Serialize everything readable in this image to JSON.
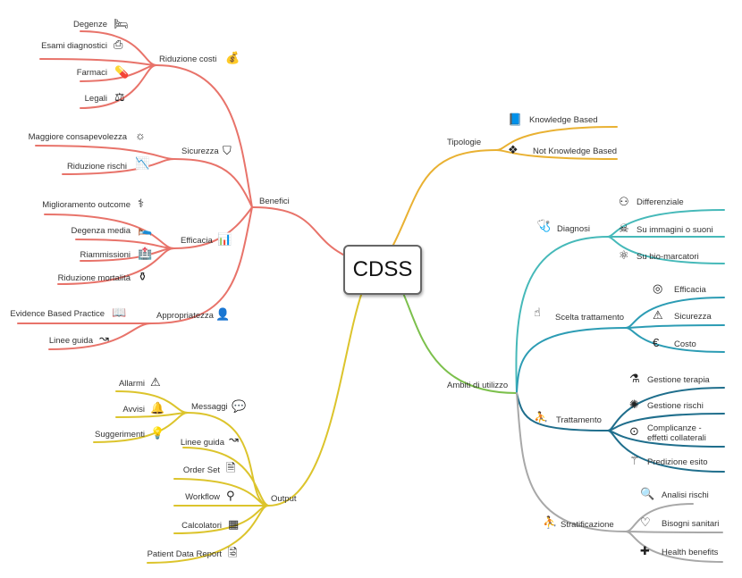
{
  "center": {
    "label": "CDSS"
  },
  "colors": {
    "benefici": "#e8736a",
    "tipologie": "#e9b132",
    "diagnosi": "#46b9b9",
    "scelta": "#2c9cb4",
    "trattamento": "#1f6e8c",
    "stratificazione": "#a8a8a8",
    "output": "#dcc42c",
    "ambiti": "#7cc04c"
  },
  "benefici": {
    "label": "Benefici",
    "riduzione_costi": {
      "label": "Riduzione costi",
      "icon": "money-bag-icon",
      "items": [
        {
          "label": "Degenze",
          "icon": "bed-icon"
        },
        {
          "label": "Esami diagnostici",
          "icon": "scanner-icon"
        },
        {
          "label": "Farmaci",
          "icon": "pills-icon"
        },
        {
          "label": "Legali",
          "icon": "scales-icon"
        }
      ]
    },
    "sicurezza": {
      "label": "Sicurezza",
      "icon": "shield-check-icon",
      "items": [
        {
          "label": "Maggiore consapevolezza",
          "icon": "idea-head-icon"
        },
        {
          "label": "Riduzione rischi",
          "icon": "chart-down-icon"
        }
      ]
    },
    "efficacia": {
      "label": "Efficacia",
      "icon": "bar-chart-up-icon",
      "items": [
        {
          "label": "Miglioramento outcome",
          "icon": "doctor-chart-icon"
        },
        {
          "label": "Degenza media",
          "icon": "hospital-bed-icon"
        },
        {
          "label": "Riammissioni",
          "icon": "hospital-icon"
        },
        {
          "label": "Riduzione mortalità",
          "icon": "coffin-icon"
        }
      ]
    },
    "appropriatezza": {
      "label": "Appropriatezza",
      "icon": "user-settings-icon",
      "items": [
        {
          "label": "Evidence Based Practice",
          "icon": "book-evidence-icon"
        },
        {
          "label": "Linee guida",
          "icon": "route-icon"
        }
      ]
    }
  },
  "tipologie": {
    "label": "Tipologie",
    "items": [
      {
        "label": "Knowledge Based",
        "icon": "book-head-icon"
      },
      {
        "label": "Not Knowledge Based",
        "icon": "network-icon"
      }
    ]
  },
  "ambiti": {
    "label": "Ambiti di utilizzo",
    "diagnosi": {
      "label": "Diagnosi",
      "icon": "stethoscope-icon",
      "items": [
        {
          "label": "Differenziale",
          "icon": "hierarchy-icon"
        },
        {
          "label": "Su immagini o suoni",
          "icon": "xray-icon"
        },
        {
          "label": "Su bio-marcatori",
          "icon": "molecule-icon"
        }
      ]
    },
    "scelta": {
      "label": "Scelta trattamento",
      "icon": "touch-choice-icon",
      "items": [
        {
          "label": "Efficacia",
          "icon": "target-icon"
        },
        {
          "label": "Sicurezza",
          "icon": "warning-icon"
        },
        {
          "label": "Costo",
          "icon": "euro-cycle-icon"
        }
      ]
    },
    "trattamento": {
      "label": "Trattamento",
      "icon": "patient-board-icon",
      "items": [
        {
          "label": "Gestione terapia",
          "icon": "medicine-bottle-icon"
        },
        {
          "label": "Gestione rischi",
          "icon": "brain-icon"
        },
        {
          "label": "Complicanze - effetti collaterali",
          "line1": "Complicanze -",
          "line2": "effetti collaterali",
          "icon": "side-effect-icon"
        },
        {
          "label": "Predizione esito",
          "icon": "prediction-icon"
        }
      ]
    },
    "stratificazione": {
      "label": "Stratificazione",
      "icon": "stratify-icon",
      "items": [
        {
          "label": "Analisi rischi",
          "icon": "magnifier-icon"
        },
        {
          "label": "Bisogni sanitari",
          "icon": "hand-heart-icon"
        },
        {
          "label": "Health benefits",
          "icon": "health-icon"
        }
      ]
    }
  },
  "output": {
    "label": "Output",
    "messaggi": {
      "label": "Messaggi",
      "icon": "speech-bubble-icon",
      "items": [
        {
          "label": "Allarmi",
          "icon": "warning-icon"
        },
        {
          "label": "Avvisi",
          "icon": "bell-icon"
        },
        {
          "label": "Suggerimenti",
          "icon": "lightbulb-icon"
        }
      ]
    },
    "items": [
      {
        "label": "Linee guida",
        "icon": "route-icon"
      },
      {
        "label": "Order Set",
        "icon": "document-icon"
      },
      {
        "label": "Workflow",
        "icon": "workflow-icon"
      },
      {
        "label": "Calcolatori",
        "icon": "calculator-icon"
      },
      {
        "label": "Patient Data Report",
        "icon": "report-search-icon"
      }
    ]
  }
}
